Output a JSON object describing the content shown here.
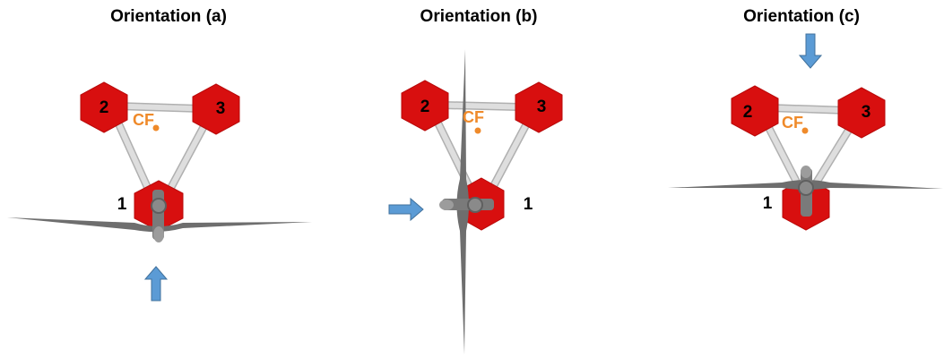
{
  "colors": {
    "hexagon": "#d80f0f",
    "hexagon_edge": "#b80a0a",
    "strut": "#d6d6d6",
    "strut_edge": "#b0b0b0",
    "blade": "#6e6e6e",
    "hub": "#7a7a7a",
    "cf": "#ef8a2a",
    "arrow": "#5b9bd5",
    "arrow_edge": "#41719c"
  },
  "panels": [
    {
      "id": "a",
      "title": "Orientation (a)",
      "labels": {
        "node1": "1",
        "node2": "2",
        "node3": "3",
        "cf": "CF"
      },
      "arrow_direction": "up",
      "blade_axis": "horizontal"
    },
    {
      "id": "b",
      "title": "Orientation (b)",
      "labels": {
        "node1": "1",
        "node2": "2",
        "node3": "3",
        "cf": "CF"
      },
      "arrow_direction": "right",
      "blade_axis": "vertical"
    },
    {
      "id": "c",
      "title": "Orientation (c)",
      "labels": {
        "node1": "1",
        "node2": "2",
        "node3": "3",
        "cf": "CF"
      },
      "arrow_direction": "down",
      "blade_axis": "horizontal"
    }
  ]
}
